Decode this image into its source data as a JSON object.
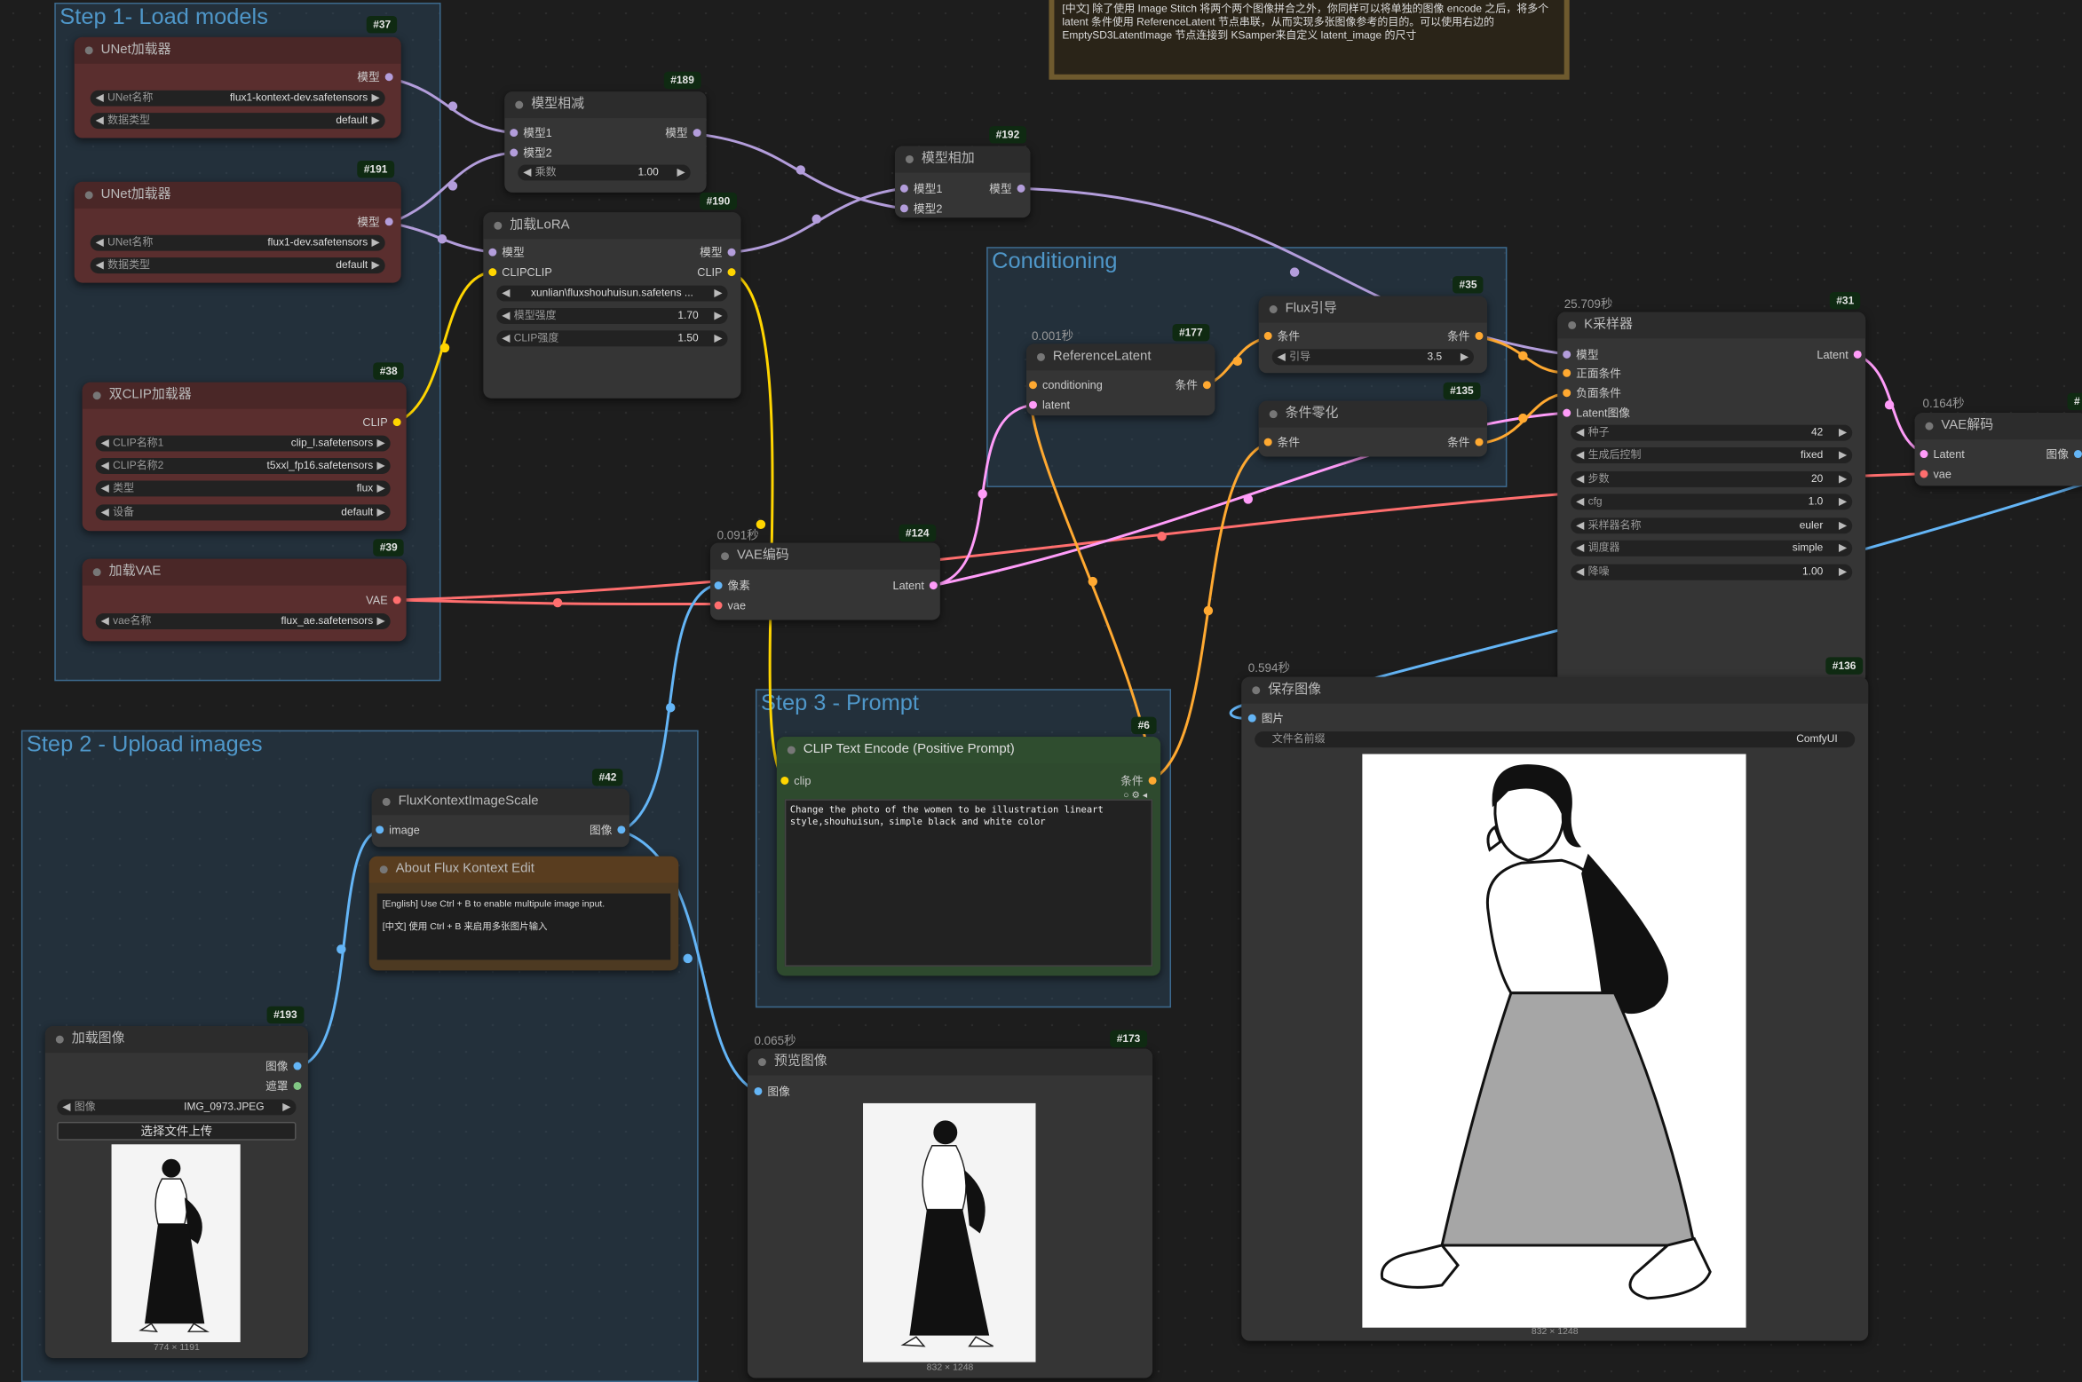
{
  "groups": {
    "step1": "Step 1- Load models",
    "step2": "Step 2 - Upload images",
    "step3": "Step 3 - Prompt",
    "conditioning": "Conditioning"
  },
  "note_top": {
    "text": "[中文] 除了使用 Image Stitch 将两个两个图像拼合之外，你同样可以将单独的图像 encode 之后，将多个 latent 条件使用 ReferenceLatent 节点串联，从而实现多张图像参考的目的。可以使用右边的 EmptySD3LatentImage 节点连接到 KSamper来自定义 latent_image 的尺寸"
  },
  "note_kontext": {
    "title": "About Flux Kontext Edit",
    "en": "[English] Use Ctrl + B to enable multipule image input.",
    "zh": "[中文] 使用 Ctrl + B 来启用多张图片输入"
  },
  "nodes": {
    "unet1": {
      "badge": "#37",
      "title": "UNet加载器",
      "out": "模型",
      "w1_label": "UNet名称",
      "w1_value": "flux1-kontext-dev.safetensors",
      "w2_label": "数据类型",
      "w2_value": "default"
    },
    "unet2": {
      "badge": "#191",
      "title": "UNet加载器",
      "out": "模型",
      "w1_label": "UNet名称",
      "w1_value": "flux1-dev.safetensors",
      "w2_label": "数据类型",
      "w2_value": "default"
    },
    "dualclip": {
      "badge": "#38",
      "title": "双CLIP加载器",
      "out": "CLIP",
      "w1_label": "CLIP名称1",
      "w1_value": "clip_l.safetensors",
      "w2_label": "CLIP名称2",
      "w2_value": "t5xxl_fp16.safetensors",
      "w3_label": "类型",
      "w3_value": "flux",
      "w4_label": "设备",
      "w4_value": "default"
    },
    "vaeload": {
      "badge": "#39",
      "title": "加载VAE",
      "out": "VAE",
      "w1_label": "vae名称",
      "w1_value": "flux_ae.safetensors"
    },
    "modelsub": {
      "badge": "#189",
      "title": "模型相减",
      "in1": "模型1",
      "in2": "模型2",
      "out": "模型",
      "w1_label": "乘数",
      "w1_value": "1.00"
    },
    "lora": {
      "badge": "#190",
      "title": "加载LoRA",
      "in1": "模型",
      "in2": "CLIPCLIP",
      "out1": "模型",
      "out2": "CLIP",
      "w1_value": "xunlian\\fluxshouhuisun.safetens ...",
      "w2_label": "模型强度",
      "w2_value": "1.70",
      "w3_label": "CLIP强度",
      "w3_value": "1.50"
    },
    "modeladd": {
      "badge": "#192",
      "title": "模型相加",
      "in1": "模型1",
      "in2": "模型2",
      "out": "模型"
    },
    "refl": {
      "badge": "#177",
      "timer": "0.001秒",
      "title": "ReferenceLatent",
      "in1": "conditioning",
      "in2": "latent",
      "out": "条件"
    },
    "fluxguide": {
      "badge": "#35",
      "title": "Flux引导",
      "in1": "条件",
      "out": "条件",
      "w1_label": "引导",
      "w1_value": "3.5"
    },
    "condzero": {
      "badge": "#135",
      "title": "条件零化",
      "in1": "条件",
      "out": "条件"
    },
    "ksampler": {
      "badge": "#31",
      "timer": "25.709秒",
      "title": "K采样器",
      "in1": "模型",
      "in2": "正面条件",
      "in3": "负面条件",
      "in4": "Latent图像",
      "out": "Latent",
      "w1_label": "种子",
      "w1_value": "42",
      "w2_label": "生成后控制",
      "w2_value": "fixed",
      "w3_label": "步数",
      "w3_value": "20",
      "w4_label": "cfg",
      "w4_value": "1.0",
      "w5_label": "采样器名称",
      "w5_value": "euler",
      "w6_label": "调度器",
      "w6_value": "simple",
      "w7_label": "降噪",
      "w7_value": "1.00"
    },
    "vaedecode": {
      "badge": "#",
      "timer": "0.164秒",
      "title": "VAE解码",
      "in1": "Latent",
      "in2": "vae",
      "out": "图像"
    },
    "vaeencode": {
      "badge": "#124",
      "timer": "0.091秒",
      "title": "VAE编码",
      "in1": "像素",
      "in2": "vae",
      "out": "Latent"
    },
    "kontextscale": {
      "badge": "#42",
      "title": "FluxKontextImageScale",
      "in1": "image",
      "out": "图像"
    },
    "cliptext": {
      "badge": "#6",
      "title": "CLIP Text Encode (Positive Prompt)",
      "in1": "clip",
      "out": "条件",
      "text": "Change the photo of the women to be illustration lineart style,shouhuisun，simple black and white color"
    },
    "loadimage": {
      "badge": "#193",
      "title": "加载图像",
      "out1": "图像",
      "out2": "遮罩",
      "w1_label": "图像",
      "w1_value": "IMG_0973.JPEG",
      "button": "选择文件上传",
      "caption": "774 × 1191"
    },
    "preview": {
      "badge": "#173",
      "timer": "0.065秒",
      "title": "预览图像",
      "in1": "图像",
      "caption": "832 × 1248"
    },
    "saveimage": {
      "badge": "#136",
      "timer": "0.594秒",
      "title": "保存图像",
      "in1": "图片",
      "w1_label": "文件名前缀",
      "w1_value": "ComfyUI",
      "caption": "832 × 1248"
    }
  },
  "colors": {
    "model": "#b39ddb",
    "clip": "#ffd500",
    "vae": "#ff6e6e",
    "latent": "#ff9cf9",
    "conditioning": "#ffa931",
    "image": "#64b5f6",
    "mask": "#81c784"
  }
}
